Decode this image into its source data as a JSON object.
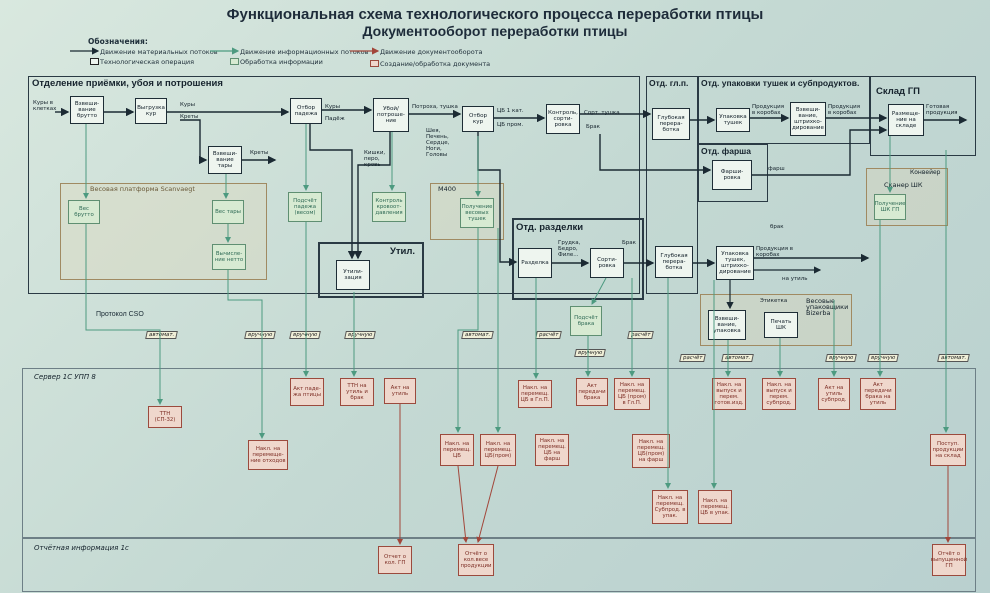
{
  "title_line1": "Функциональная схема технологического процесса переработки птицы",
  "title_line2": "Документооборот переработки птицы",
  "legend": {
    "heading": "Обозначения:",
    "material": "Движение материальных потоков",
    "info_flow": "Движение информационных потоков",
    "doc_flow": "Движение документооборота",
    "tech_op": "Технологическая операция",
    "info_proc": "Обработка информации",
    "doc_create": "Создание/обработка документа"
  },
  "sections": {
    "receiving": "Отделение приёмки, убоя и потрошения",
    "platform": "Весовая платформа Scanvaegt",
    "util": "Утил.",
    "m400": "М400",
    "razdelka": "Отд. разделки",
    "gp": "Отд. гл.п.",
    "packing": "Отд. упаковки тушек и субпродуктов.",
    "farsh": "Отд. фарша",
    "sklad": "Склад ГП",
    "scanner": "Сканер ШК",
    "conveyor": "Конвейер",
    "bizerba": "Весовые упаковщики Bizerba",
    "server": "Сервер 1С УПП 8",
    "report": "Отчётная информация 1с",
    "cso": "Протокол CSO"
  },
  "ops": {
    "weigh_gross": "Взвеши-вание брутто",
    "unload": "Выгрузка кур",
    "weigh_tare": "Взвеши-вание тары",
    "cull": "Отбор падежа",
    "slaughter": "Убой/ потроше-ние",
    "select": "Отбор кур",
    "control": "Контроль, сорти-ровка",
    "deep1": "Глубокая перера-ботка",
    "pack_tush": "Упаковка тушек",
    "weigh_label": "Взвеши-вание, штрихко-дирование",
    "place": "Размеще-ние на складе",
    "farsh_op": "Фарши-ровка",
    "util_op": "Утили-зация",
    "cut": "Разделка",
    "sort2": "Сорти-ровка",
    "deep2": "Глубокая перера-ботка",
    "pack_label": "Упаковка тушек, штрихко-дирование",
    "weigh_pack": "Взвеши-вание, упаковка",
    "print_shk": "Печать ШК"
  },
  "info": {
    "gross": "Вес брутто",
    "tare": "Вес тары",
    "net": "Вычисле-ние нетто",
    "cull_calc": "Подсчёт падежа (весом)",
    "cull_ctrl": "Контроль кровоот-давления",
    "m400_info": "Получение весовых тушек",
    "brak": "Подсчёт брака",
    "scan": "Получение ШК ГП"
  },
  "docs": {
    "ttn": "ТТН (СП-32)",
    "act_cull": "Акт паде-жа птицы",
    "ttn_util": "ТТН на утиль и брак",
    "act_util": "Акт на утиль",
    "nakl_otx": "Накл. на перемеще-ние отходов",
    "nakl_cb": "Накл. на перемещ. ЦБ в Гл.П.",
    "act_brak": "Акт передачи брака",
    "nakl_cb_gp": "Накл. на перемещ. ЦБ (пром) в Гл.П.",
    "nakl_cb1": "Накл. на перемещ. ЦБ",
    "nakl_cb2": "Накл. на перемещ. ЦБ(пром)",
    "nakl_farsh": "Накл. на перемещ. ЦБ на фарш",
    "nakl_farsh2": "Накл. на перемещ. ЦБ(пром) на фарш",
    "nakl_vyp1": "Накл. на выпуск и перем. готов.изд.",
    "nakl_vyp2": "Накл. на выпуск и перем. субпрод.",
    "act_subpr": "Акт на утиль субпрод.",
    "act_gp": "Акт передачи брака на утиль",
    "nakl_sub1": "Накл. на перемещ. Субпрод. в упак.",
    "nakl_sub2": "Накл. на перемещ. ЦБ в упак.",
    "post_gp": "Поступ. продукции на склад",
    "rep1": "Отчет о кол. ГП",
    "rep2": "Отчёт о кол.весе продукции",
    "rep3": "Отчёт о выпущенной ГП"
  },
  "tags": {
    "auto1": "автомат.",
    "manual1": "вручную",
    "manual2": "вручную",
    "manual3": "вручную",
    "auto2": "автомат.",
    "calc1": "расчёт",
    "manual4": "вручную",
    "calc2": "расчёт",
    "calc3": "расчёт",
    "auto3": "автомат.",
    "manual5": "вручную",
    "manual6": "вручную",
    "auto4": "автомат."
  },
  "labels": {
    "kury_krat": "Куры в клетках",
    "kury": "Куры",
    "krety": "Креты",
    "kury2": "Куры",
    "padezh": "Падёж",
    "krety2": "Креты",
    "potr": "Потроха, тушка",
    "kishki": "Кишки, перо, кровь",
    "subpr": "Шея, Печень, Сердце, Ноги, Головы",
    "cb1": "ЦБ 1 кат.",
    "cbprom": "ЦБ пром.",
    "sort_tush": "Сорт. тушка",
    "brak": "Брак",
    "grudka": "Грудка, Бедро, Филе...",
    "brak2": "Брак",
    "prod_korob": "Продукция в коробах",
    "prod_korob2": "Продукция в коробах",
    "gotov": "Готовая продукция",
    "farshi": "фарш",
    "brak3": "брак",
    "prod_korob3": "Продукция в коробах",
    "na_util": "на утиль",
    "etiketka": "Этикетка"
  }
}
